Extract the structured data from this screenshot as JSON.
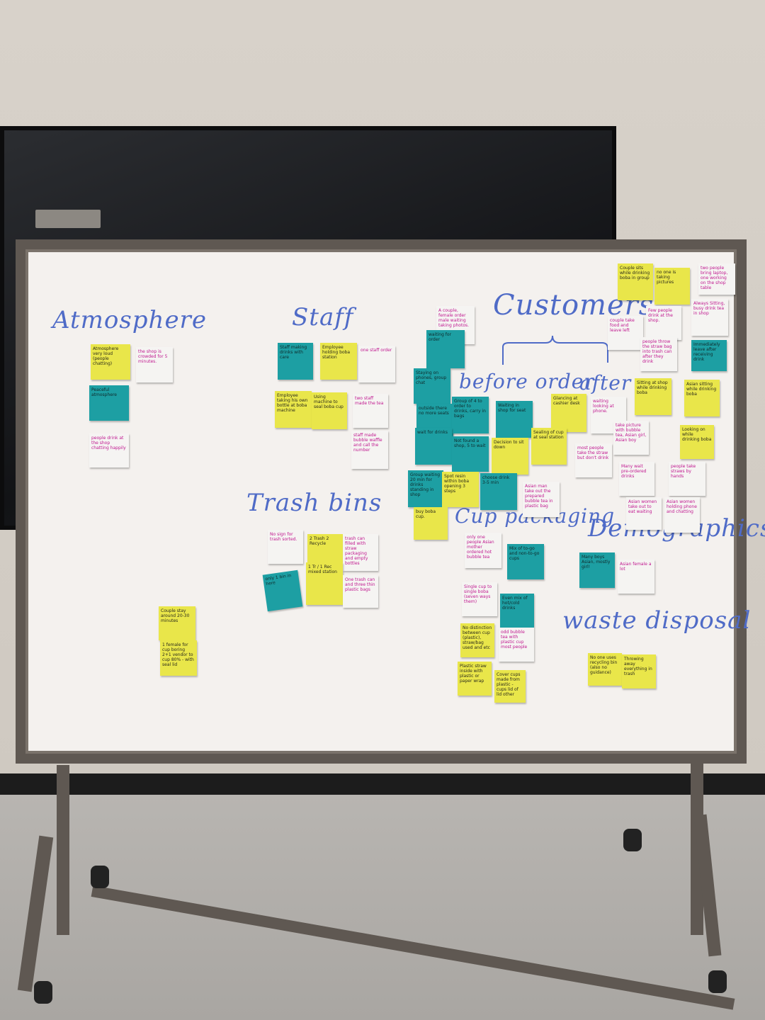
{
  "headings": {
    "atmosphere": "Atmosphere",
    "staff": "Staff",
    "customers": "Customers",
    "before_order": "before order",
    "after": "after",
    "trash_bins": "Trash bins",
    "cup_packaging": "Cup packaging",
    "demographics": "Demographics",
    "waste_disposal": "waste disposal"
  },
  "colors": {
    "yellow": "#e9e64a",
    "teal": "#1d9fa3",
    "white": "#f5f4f2",
    "marker_blue": "#4f6bc7",
    "ink_pink": "#c0178f"
  },
  "notes": [
    {
      "id": "a1",
      "color": "yellow",
      "text": "Atmosphere very loud (people chatting)"
    },
    {
      "id": "a2",
      "color": "white",
      "text": "the shop is crowded for 5 minutes."
    },
    {
      "id": "a3",
      "color": "teal",
      "text": "Peaceful atmosphere"
    },
    {
      "id": "a4",
      "color": "white",
      "text": "people drink at the shop chatting happily"
    },
    {
      "id": "s1",
      "color": "teal",
      "text": "Staff making drinks with care"
    },
    {
      "id": "s2",
      "color": "yellow",
      "text": "Employee holding boba station"
    },
    {
      "id": "s3",
      "color": "white",
      "text": "one staff order"
    },
    {
      "id": "s4",
      "color": "yellow",
      "text": "Employee taking his own bottle at boba machine"
    },
    {
      "id": "s5",
      "color": "yellow",
      "text": "Using machine to seal boba cup"
    },
    {
      "id": "s6",
      "color": "white",
      "text": "two staff made the tea"
    },
    {
      "id": "s7",
      "color": "white",
      "text": "staff made bubble waffle and call the number"
    },
    {
      "id": "t1",
      "color": "white",
      "text": "No sign for trash sorted."
    },
    {
      "id": "t2",
      "color": "yellow",
      "text": "2 Trash 2 Recycle"
    },
    {
      "id": "t3",
      "color": "white",
      "text": "trash can filled with straw packaging and empty bottles"
    },
    {
      "id": "t4",
      "color": "yellow",
      "text": "1 Tr / 1 Rec mixed station"
    },
    {
      "id": "t5",
      "color": "white",
      "text": "One trash can and three thin plastic bags"
    },
    {
      "id": "t6",
      "color": "teal",
      "text": "only 1 bin in here"
    },
    {
      "id": "c1",
      "color": "white",
      "text": "A couple, female order male waiting taking photos."
    },
    {
      "id": "c2",
      "color": "teal",
      "text": "waiting for order"
    },
    {
      "id": "c3",
      "color": "teal",
      "text": "Staying on phones, group chat"
    },
    {
      "id": "c4",
      "color": "teal",
      "text": "outside there no more seats"
    },
    {
      "id": "c5",
      "color": "teal",
      "text": "Group of 4 to order to drinks, carry in bags"
    },
    {
      "id": "c6",
      "color": "teal",
      "text": "Waiting in shop for seat"
    },
    {
      "id": "c7",
      "color": "yellow",
      "text": "Glancing at cashier desk"
    },
    {
      "id": "c8",
      "color": "white",
      "text": "waiting looking at phone."
    },
    {
      "id": "c9",
      "color": "teal",
      "text": "wait for drinks"
    },
    {
      "id": "c10",
      "color": "teal",
      "text": "Not found a shop, 5 to wait"
    },
    {
      "id": "c11",
      "color": "yellow",
      "text": "Decision to sit down"
    },
    {
      "id": "c12",
      "color": "yellow",
      "text": "Sealing of cup at seal station"
    },
    {
      "id": "c13",
      "color": "white",
      "text": "most people take the straw but don't drink"
    },
    {
      "id": "c14",
      "color": "teal",
      "text": "Group waiting 20 min for drinks standing in shop"
    },
    {
      "id": "c15",
      "color": "yellow",
      "text": "Spot resin within boba opening 3 steps"
    },
    {
      "id": "c16",
      "color": "teal",
      "text": "choose drink 3-5 min"
    },
    {
      "id": "c17",
      "color": "white",
      "text": "Asian man take out the prepared bubble tea in plastic bag"
    },
    {
      "id": "c18",
      "color": "yellow",
      "text": "buy boba cup."
    },
    {
      "id": "r1",
      "color": "yellow",
      "text": "Couple sits while drinking boba in group"
    },
    {
      "id": "r2",
      "color": "yellow",
      "text": "no one is taking pictures"
    },
    {
      "id": "r3",
      "color": "white",
      "text": "two people bring laptop, one working on the shop table"
    },
    {
      "id": "r4",
      "color": "white",
      "text": "couple take food and leave left"
    },
    {
      "id": "r5",
      "color": "white",
      "text": "Few people drink at the shop."
    },
    {
      "id": "r6",
      "color": "white",
      "text": "Always Sitting, busy drink tea in shop"
    },
    {
      "id": "r7",
      "color": "white",
      "text": "people throw the straw bag into trash can after they drink"
    },
    {
      "id": "r8",
      "color": "teal",
      "text": "Immediately leave after receiving drink"
    },
    {
      "id": "r9",
      "color": "yellow",
      "text": "Sitting at shop while drinking boba"
    },
    {
      "id": "r10",
      "color": "yellow",
      "text": "Asian sitting while drinking boba"
    },
    {
      "id": "r11",
      "color": "white",
      "text": "take picture with bubble tea, Asian girl, Asian boy"
    },
    {
      "id": "r12",
      "color": "yellow",
      "text": "Looking on while drinking boba"
    },
    {
      "id": "r13",
      "color": "white",
      "text": "Many wait pre-ordered drinks"
    },
    {
      "id": "r14",
      "color": "white",
      "text": "people take straws by hands"
    },
    {
      "id": "r15",
      "color": "white",
      "text": "Asian women take out to eat waiting"
    },
    {
      "id": "r16",
      "color": "white",
      "text": "Asian women holding phone and chatting"
    },
    {
      "id": "p1",
      "color": "white",
      "text": "only one people Asian mother ordered hot bubble tea"
    },
    {
      "id": "p2",
      "color": "teal",
      "text": "Mix of to-go and non-to-go cups"
    },
    {
      "id": "p3",
      "color": "white",
      "text": "Single cup to single boba (seven ways them)"
    },
    {
      "id": "p4",
      "color": "teal",
      "text": "Even mix of hot/cold drinks"
    },
    {
      "id": "p5",
      "color": "yellow",
      "text": "No distinction between cup (plastic), straw/bag used and etc"
    },
    {
      "id": "p6",
      "color": "white",
      "text": "odd bubble tea with plastic cup most people"
    },
    {
      "id": "p7",
      "color": "yellow",
      "text": "Plastic straw inside with plastic or paper wrap"
    },
    {
      "id": "p8",
      "color": "yellow",
      "text": "Cover cups made from plastic - cups lid of lid other"
    },
    {
      "id": "d1",
      "color": "teal",
      "text": "Many boys Asian, mostly girl!"
    },
    {
      "id": "d2",
      "color": "white",
      "text": "Asian female a lot"
    },
    {
      "id": "w1",
      "color": "yellow",
      "text": "No one uses recycling bin (also no guidance)"
    },
    {
      "id": "w2",
      "color": "yellow",
      "text": "Throwing away everything in trash"
    },
    {
      "id": "m1",
      "color": "yellow",
      "text": "Couple stay around 20-30 minutes"
    },
    {
      "id": "m2",
      "color": "yellow",
      "text": "1 female for cup boring 2+1 vendor to cup 80% - with seal lid"
    }
  ]
}
